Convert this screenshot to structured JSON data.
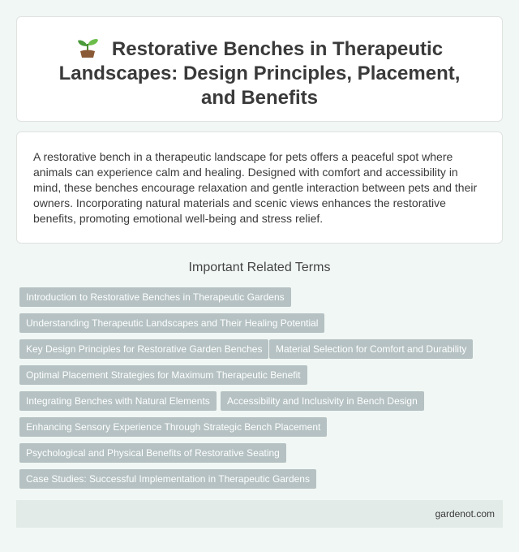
{
  "header": {
    "icon": "sprout-icon",
    "title": "Restorative Benches in Therapeutic Landscapes: Design Principles, Placement, and Benefits"
  },
  "description": "A restorative bench in a therapeutic landscape for pets offers a peaceful spot where animals can experience calm and healing. Designed with comfort and accessibility in mind, these benches encourage relaxation and gentle interaction between pets and their owners. Incorporating natural materials and scenic views enhances the restorative benefits, promoting emotional well-being and stress relief.",
  "related": {
    "heading": "Important Related Terms",
    "terms": [
      "Introduction to Restorative Benches in Therapeutic Gardens",
      "Understanding Therapeutic Landscapes and Their Healing Potential",
      "Key Design Principles for Restorative Garden Benches",
      "Material Selection for Comfort and Durability",
      "Optimal Placement Strategies for Maximum Therapeutic Benefit",
      "Integrating Benches with Natural Elements",
      "Accessibility and Inclusivity in Bench Design",
      "Enhancing Sensory Experience Through Strategic Bench Placement",
      "Psychological and Physical Benefits of Restorative Seating",
      "Case Studies: Successful Implementation in Therapeutic Gardens"
    ]
  },
  "footer": {
    "site": "gardenot.com"
  },
  "colors": {
    "background": "#f1f7f4",
    "tag": "#b5c1c2",
    "footer": "#e2ebe7"
  }
}
